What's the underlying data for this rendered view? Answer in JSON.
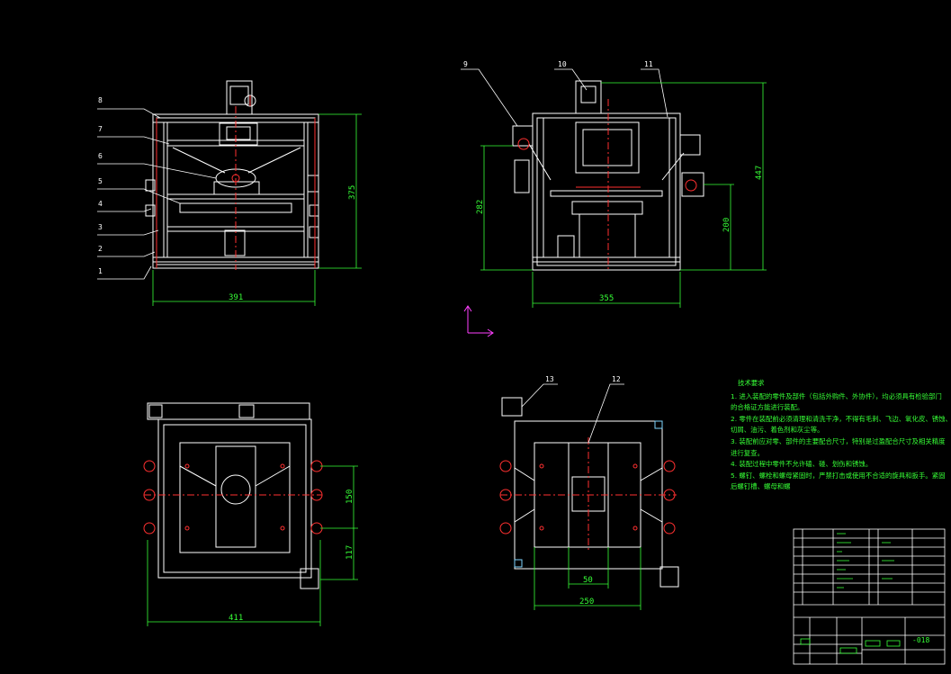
{
  "front_view": {
    "balloons": [
      "8",
      "7",
      "6",
      "5",
      "4",
      "3",
      "2",
      "1"
    ],
    "dims": {
      "width": "391",
      "height": "375"
    }
  },
  "side_view": {
    "balloons": [
      "9",
      "10",
      "11"
    ],
    "dims": {
      "width": "355",
      "height_total": "447",
      "height_left": "282",
      "height_right": "200"
    }
  },
  "top_view": {
    "dims": {
      "width": "411",
      "upper": "150",
      "lower": "117"
    }
  },
  "bottom_view": {
    "balloons": [
      "13",
      "12"
    ],
    "dims": {
      "width": "250",
      "inner": "50"
    }
  },
  "tech_notes": {
    "title": "技术要求",
    "lines": [
      "1. 进入装配的零件及部件（包括外购件、外协件），均必须具有检验部门",
      "的合格证方能进行装配。",
      "2. 零件在装配前必须清理和清洗干净，不得有毛刺、飞边、氧化皮、锈蚀、",
      "切屑、油污、着色剂和灰尘等。",
      "3. 装配前应对零、部件的主要配合尺寸，特别是过盈配合尺寸及相关精度",
      "进行复查。",
      "4. 装配过程中零件不允许磕、碰、划伤和锈蚀。",
      "5. 螺钉、螺栓和螺母紧固时，严禁打击或使用不合适的旋具和扳手。紧固",
      "后螺钉槽、螺母和螺"
    ]
  },
  "title_block": {
    "drawing_no": "-018"
  },
  "colors": {
    "outline": "#ffffff",
    "dimension": "#36ff36",
    "center": "#ff3030",
    "axis": "#ff40ff",
    "accent_part": "#7fd6ff"
  }
}
